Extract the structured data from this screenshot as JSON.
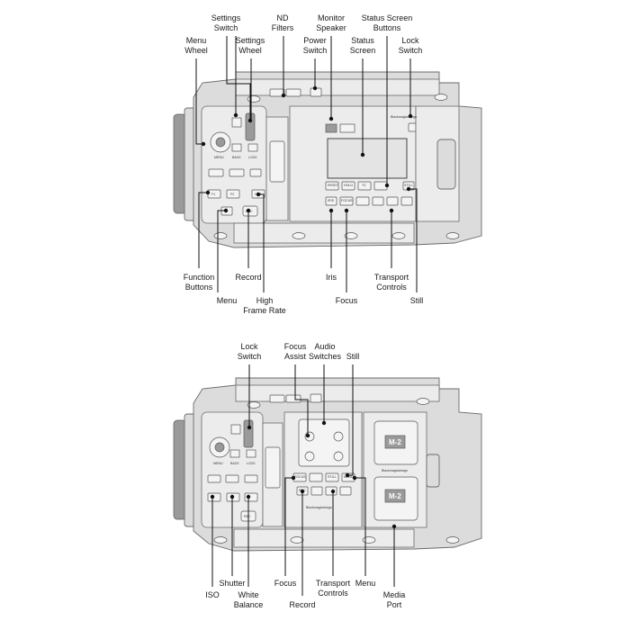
{
  "top_labels": {
    "settings_switch": [
      "Settings",
      "Switch"
    ],
    "nd_filters": [
      "ND",
      "Filters"
    ],
    "monitor_speaker": [
      "Monitor",
      "Speaker"
    ],
    "status_screen_buttons": [
      "Status Screen",
      "Buttons"
    ],
    "menu_wheel": [
      "Menu",
      "Wheel"
    ],
    "settings_wheel": [
      "Settings",
      "Wheel"
    ],
    "power_switch": [
      "Power",
      "Switch"
    ],
    "status_screen": [
      "Status",
      "Screen"
    ],
    "lock_switch": [
      "Lock",
      "Switch"
    ],
    "function_buttons": [
      "Function",
      "Buttons"
    ],
    "record": [
      "Record"
    ],
    "iris": [
      "Iris"
    ],
    "transport_controls": [
      "Transport",
      "Controls"
    ],
    "menu": [
      "Menu"
    ],
    "high_frame_rate": [
      "High",
      "Frame Rate"
    ],
    "focus": [
      "Focus"
    ],
    "still": [
      "Still"
    ]
  },
  "bottom_labels": {
    "lock_switch": [
      "Lock",
      "Switch"
    ],
    "focus_assist": [
      "Focus",
      "Assist"
    ],
    "audio_switches": [
      "Audio",
      "Switches"
    ],
    "still": [
      "Still"
    ],
    "iso": [
      "ISO"
    ],
    "shutter": [
      "Shutter"
    ],
    "white_balance": [
      "White",
      "Balance"
    ],
    "focus": [
      "Focus"
    ],
    "record": [
      "Record"
    ],
    "transport_controls": [
      "Transport",
      "Controls"
    ],
    "menu": [
      "Menu"
    ],
    "media_port": [
      "Media",
      "Port"
    ]
  },
  "camera_text": {
    "brand": "Blackmagicdesign",
    "menu": "MENU",
    "back": "BACK",
    "lock": "LOCK",
    "rec": "REC",
    "f1": "F1",
    "f2": "F2",
    "hfr": "HFR",
    "iris": "IRIS",
    "focus": "FOCUS",
    "reset": "RESET",
    "hold": "HOLD",
    "tc": "TC",
    "still": "STILL",
    "media_badge": "M-2"
  }
}
